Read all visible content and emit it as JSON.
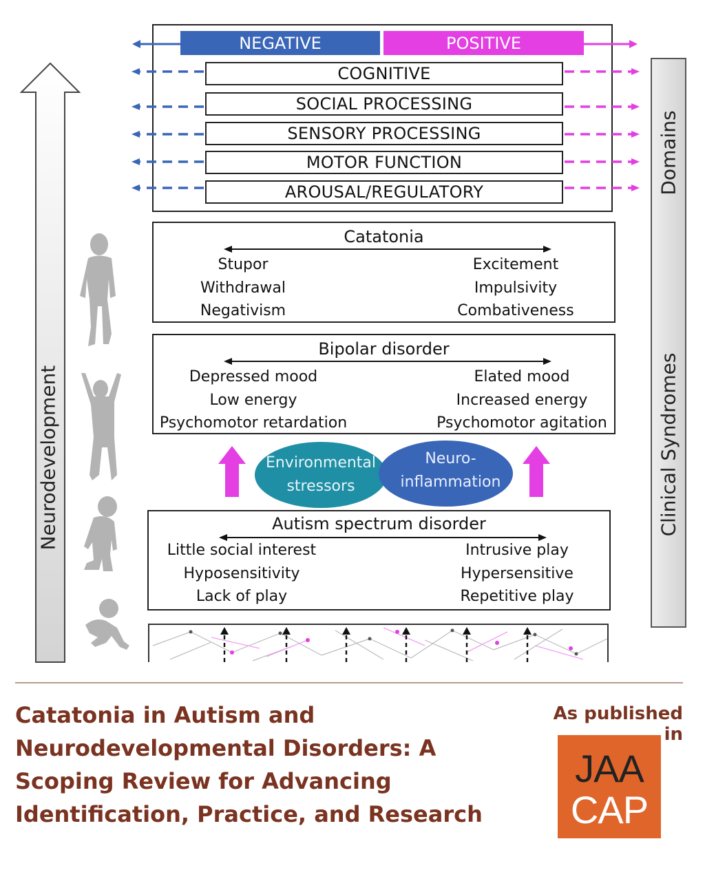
{
  "domains": {
    "negative_label": "NEGATIVE",
    "positive_label": "POSITIVE",
    "items": [
      "COGNITIVE",
      "SOCIAL PROCESSING",
      "SENSORY PROCESSING",
      "MOTOR FUNCTION",
      "AROUSAL/REGULATORY"
    ],
    "side_label": "Domains"
  },
  "side_labels": {
    "left": "Neurodevelopment",
    "right": "Clinical Syndromes"
  },
  "catatonia": {
    "title": "Catatonia",
    "left": [
      "Stupor",
      "Withdrawal",
      "Negativism"
    ],
    "right": [
      "Excitement",
      "Impulsivity",
      "Combativeness"
    ]
  },
  "bipolar": {
    "title": "Bipolar disorder",
    "left": [
      "Depressed mood",
      "Low energy",
      "Psychomotor retardation"
    ],
    "right": [
      "Elated mood",
      "Increased energy",
      "Psychomotor agitation"
    ]
  },
  "factors": {
    "environmental": [
      "Environmental",
      "stressors"
    ],
    "neuro": [
      "Neuro-",
      "inflammation"
    ]
  },
  "autism": {
    "title": "Autism spectrum disorder",
    "left": [
      "Little social interest",
      "Hyposensitivity",
      "Lack of play"
    ],
    "right": [
      "Intrusive play",
      "Hypersensitive",
      "Repetitive play"
    ]
  },
  "footer": {
    "title": "Catatonia in Autism and Neurodevelopmental Disorders: A Scoping Review for Advancing Identification, Practice, and Research",
    "published_label": "As published in",
    "logo_line1": "JAA",
    "logo_line2": "CAP"
  },
  "colors": {
    "negative": "#3a66b8",
    "positive": "#e33fe3",
    "teal": "#1f8fa5",
    "blue_oval": "#3a66b8",
    "footer_text": "#7a3320",
    "logo_bg": "#e0652b",
    "silhouette": "#b3b3b3"
  }
}
